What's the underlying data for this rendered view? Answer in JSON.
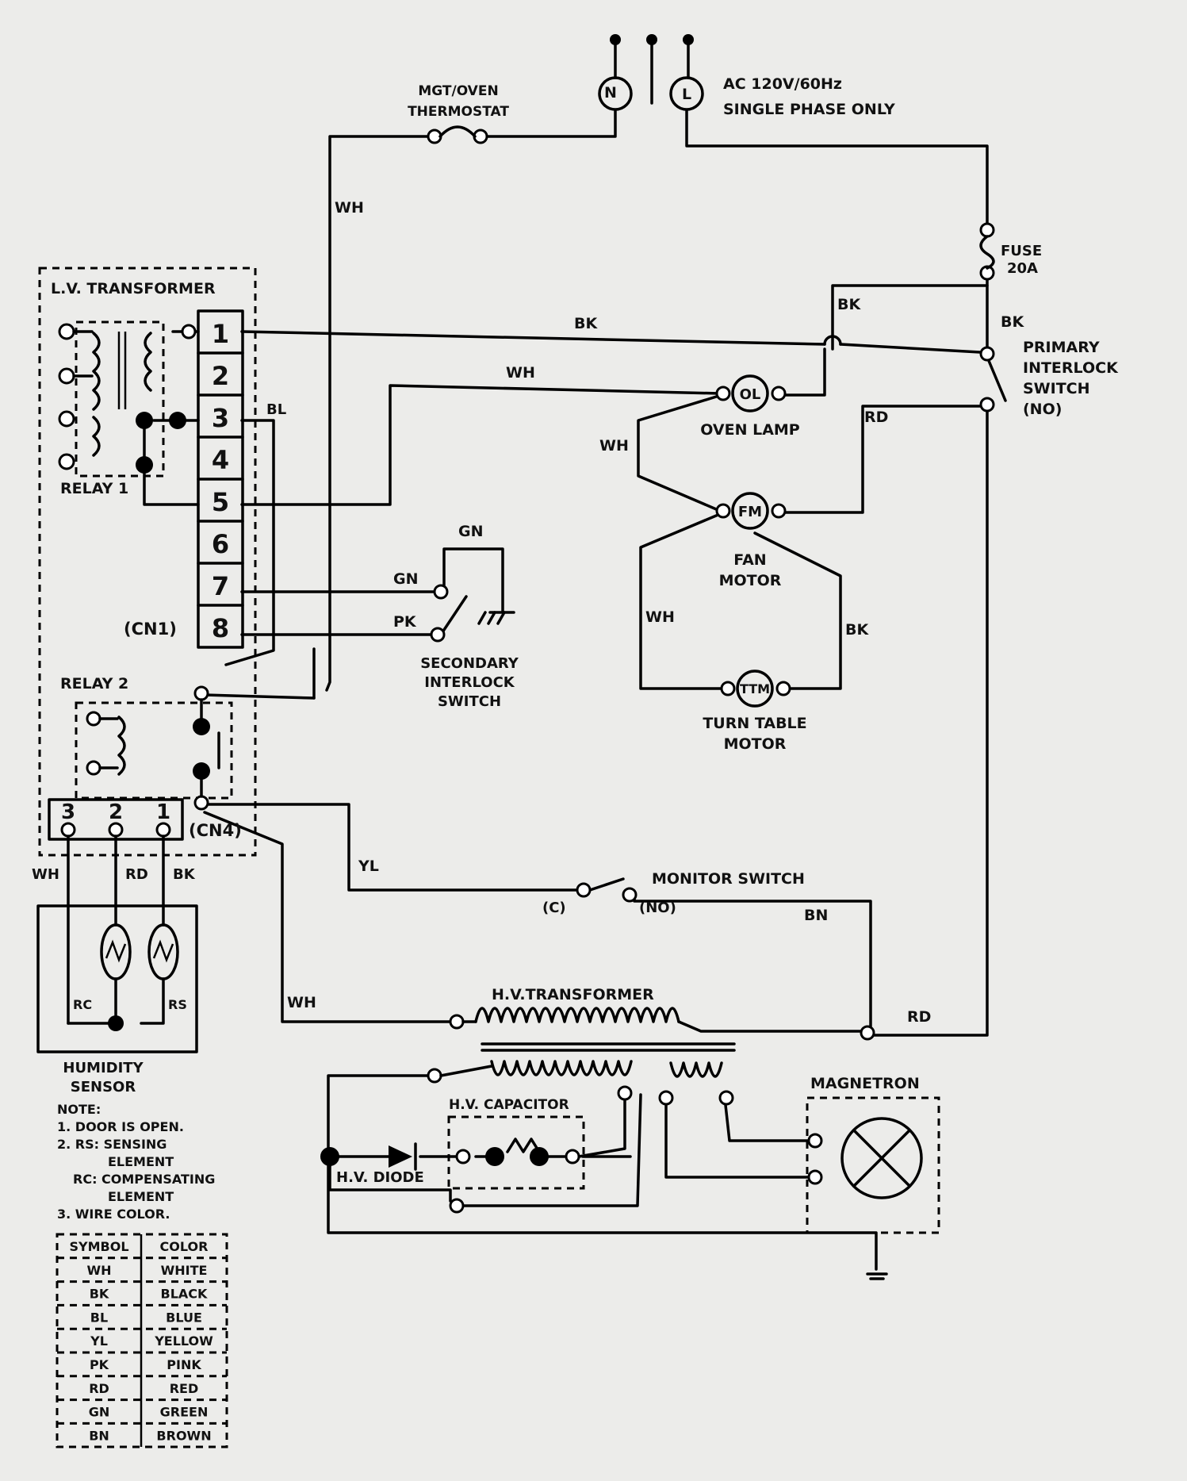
{
  "supply": {
    "n": "N",
    "l": "L",
    "line1": "AC 120V/60Hz",
    "line2": "SINGLE PHASE ONLY",
    "thermostat_line1": "MGT/OVEN",
    "thermostat_line2": "THERMOSTAT",
    "fuse_line1": "FUSE",
    "fuse_line2": "20A"
  },
  "wire_tags": {
    "wh_left": "WH",
    "bk_top": "BK",
    "bk_fuse": "BK",
    "bk_right": "BK",
    "wh_lamp": "WH",
    "wh_lamp_left": "WH",
    "rd_lamp": "RD",
    "bl": "BL",
    "gn_top": "GN",
    "gn": "GN",
    "pk": "PK",
    "wh_fan": "WH",
    "bk_fan": "BK",
    "yl": "YL",
    "bn": "BN",
    "wh_bottom": "WH",
    "rd_bottom": "RD",
    "sensor_wh": "WH",
    "sensor_rd": "RD",
    "sensor_bk": "BK"
  },
  "lv_transformer": {
    "title": "L.V. TRANSFORMER",
    "pins": [
      "1",
      "2",
      "3",
      "4",
      "5",
      "6",
      "7",
      "8"
    ],
    "cn1": "(CN1)",
    "relay1": "RELAY 1",
    "relay2": "RELAY 2",
    "cn4": "(CN4)",
    "cn4_pins": [
      "3",
      "2",
      "1"
    ]
  },
  "primary_switch": {
    "line1": "PRIMARY",
    "line2": "INTERLOCK",
    "line3": "SWITCH",
    "line4": "(NO)"
  },
  "oven_lamp": {
    "symbol": "OL",
    "label": "OVEN LAMP"
  },
  "fan_motor": {
    "symbol": "FM",
    "line1": "FAN",
    "line2": "MOTOR"
  },
  "turntable_motor": {
    "symbol": "TTM",
    "line1": "TURN TABLE",
    "line2": "MOTOR"
  },
  "secondary_switch": {
    "line1": "SECONDARY",
    "line2": "INTERLOCK",
    "line3": "SWITCH"
  },
  "monitor_switch": {
    "label": "MONITOR SWITCH",
    "c": "(C)",
    "no": "(NO)"
  },
  "hv": {
    "transformer": "H.V.TRANSFORMER",
    "capacitor": "H.V. CAPACITOR",
    "diode": "H.V. DIODE",
    "magnetron": "MAGNETRON"
  },
  "humidity_sensor": {
    "rc": "RC",
    "rs": "RS",
    "line1": "HUMIDITY",
    "line2": "SENSOR"
  },
  "note": {
    "title": "NOTE:",
    "item1": "1. DOOR IS OPEN.",
    "item2a": "2. RS: SENSING",
    "item2b": "ELEMENT",
    "item2c": "RC: COMPENSATING",
    "item2d": "ELEMENT",
    "item3": "3. WIRE COLOR."
  },
  "color_table": {
    "headers": [
      "SYMBOL",
      "COLOR"
    ],
    "rows": [
      [
        "WH",
        "WHITE"
      ],
      [
        "BK",
        "BLACK"
      ],
      [
        "BL",
        "BLUE"
      ],
      [
        "YL",
        "YELLOW"
      ],
      [
        "PK",
        "PINK"
      ],
      [
        "RD",
        "RED"
      ],
      [
        "GN",
        "GREEN"
      ],
      [
        "BN",
        "BROWN"
      ]
    ]
  }
}
